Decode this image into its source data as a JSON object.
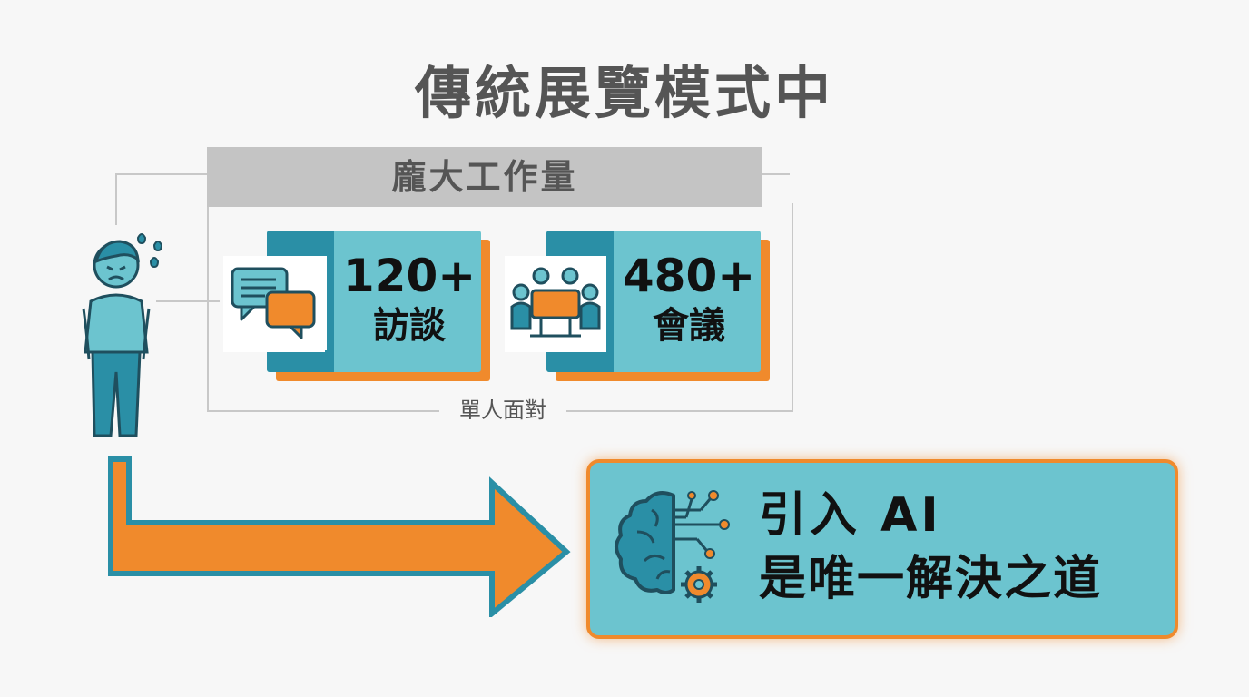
{
  "title": "傳統展覽模式中",
  "workload": {
    "header": "龐大工作量",
    "caption": "單人面對",
    "cards": [
      {
        "value": "120+",
        "label": "訪談",
        "icon": "chat-bubbles-icon"
      },
      {
        "value": "480+",
        "label": "會議",
        "icon": "meeting-table-icon"
      }
    ]
  },
  "solution": {
    "line1": "引入 AI",
    "line2": "是唯一解決之道",
    "icon": "ai-brain-circuit-icon"
  },
  "colors": {
    "teal": "#2a8fa6",
    "light_teal": "#6cc4cf",
    "orange": "#f08a2c",
    "gray_header": "#c4c4c4",
    "title_gray": "#555555"
  }
}
